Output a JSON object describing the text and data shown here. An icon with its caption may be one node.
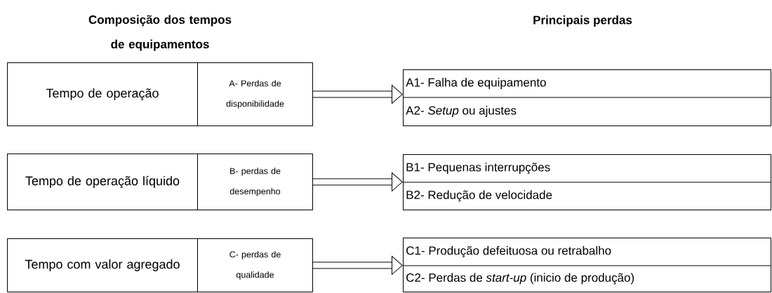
{
  "diagram": {
    "nodes": [
      {
        "text": [
          "Tempo de operação"
        ]
      },
      {
        "text": [
          "A- Perdas de disponibilidade"
        ]
      },
      {
        "text": [
          "A1- Falha de equipamento",
          "A2- *Setup* ou ajustes"
        ]
      },
      {
        "text": [
          "Tempo de operação líquido"
        ]
      },
      {
        "text": [
          "B- perdas de desempenho"
        ]
      },
      {
        "text": [
          "B1- Pequenas interrupções",
          "B2- Redução de velocidade"
        ]
      },
      {
        "text": [
          "Tempo com valor agregado"
        ]
      },
      {
        "text": [
          "C- perdas de qualidade"
        ]
      },
      {
        "text": [
          "C1- Produção defeituosa ou retrabalho",
          "C2- Perdas de *start-up* (inicio de produção)"
        ]
      }
    ],
    "edges": [
      {
        "from": 1,
        "to": 2,
        "arrow": "to"
      },
      {
        "from": 4,
        "to": 5,
        "arrow": "to"
      },
      {
        "from": 7,
        "to": 8,
        "arrow": "to"
      }
    ],
    "labels": [
      "Composição dos tempos de equipamentos",
      "Principais perdas"
    ]
  }
}
